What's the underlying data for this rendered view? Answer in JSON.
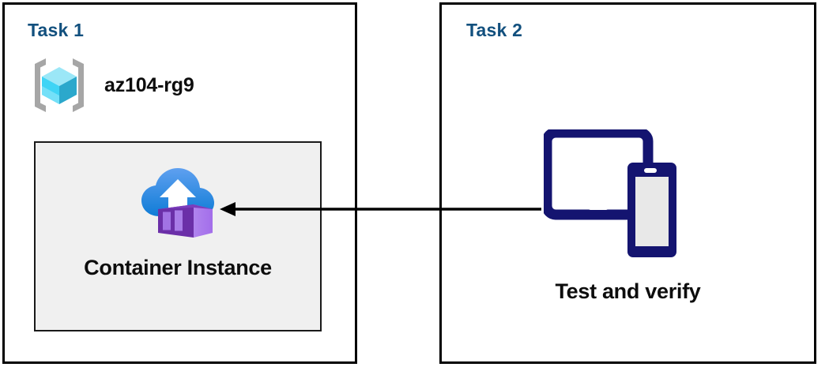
{
  "diagram": {
    "title": "Azure Container Instance task diagram",
    "colors": {
      "panel_border": "#000000",
      "task_heading": "#12507E",
      "inner_box_fill": "#f0f0f0",
      "inner_box_border": "#1a1a1a",
      "arrow": "#000000",
      "device_navy": "#141470",
      "device_screen": "#e8e8e8",
      "cloud_top": "#5A9BEE",
      "cloud_bottom": "#1380D8",
      "container_front": "#6B2FA8",
      "container_side": "#AE7BEC",
      "container_slat": "#9B6BDE",
      "cube_top": "#9BE7F7",
      "cube_left": "#32CEF2",
      "cube_right": "#2BA8CC",
      "bracket_gray": "#A6A6A6"
    }
  },
  "panels": [
    {
      "id": "task1",
      "heading": "Task 1",
      "resource_group": {
        "icon": "resource-group-icon",
        "label": "az104-rg9"
      },
      "resource": {
        "icon": "container-instance-icon",
        "label": "Container Instance"
      }
    },
    {
      "id": "task2",
      "heading": "Task 2",
      "resource": {
        "icon": "devices-icon",
        "label": "Test and verify"
      }
    }
  ],
  "connector": {
    "name": "flow-arrow",
    "direction": "right-to-left",
    "from": "Test and verify",
    "to": "Container Instance"
  }
}
